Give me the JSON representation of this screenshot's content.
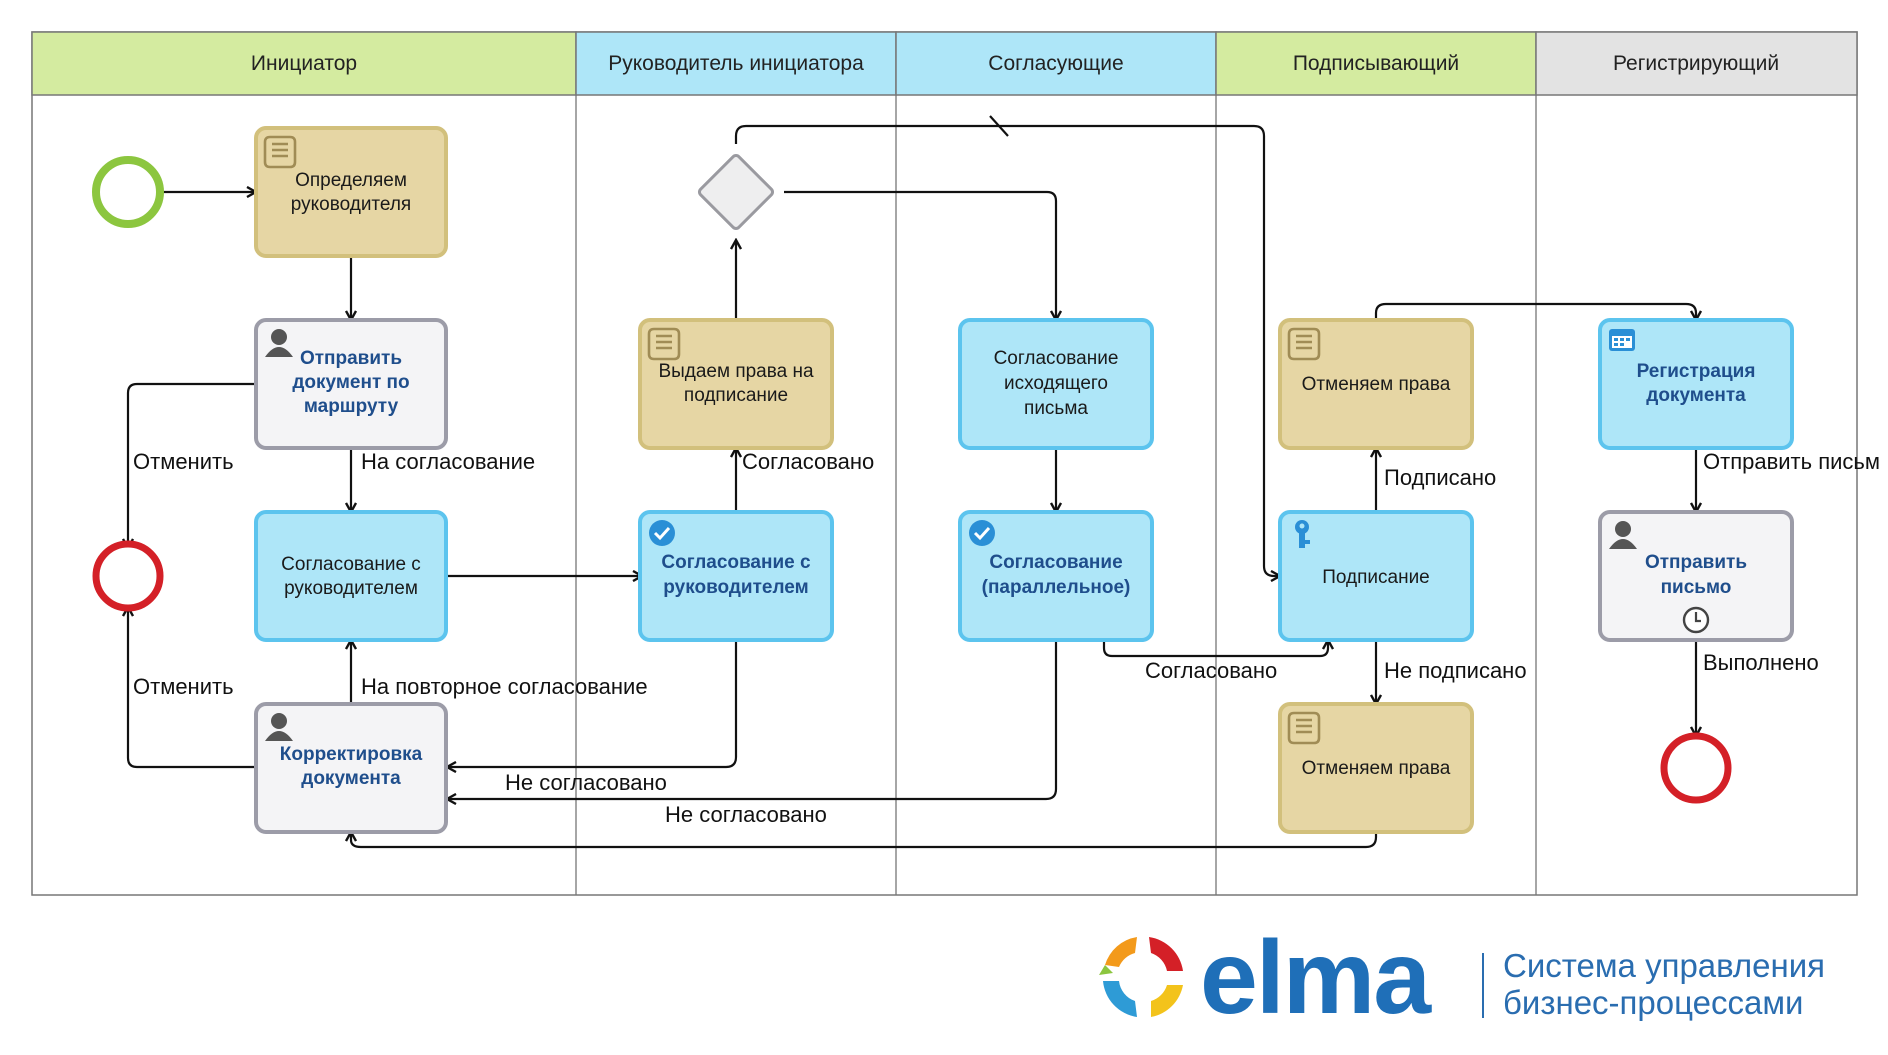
{
  "lanes": [
    {
      "title": "Инициатор",
      "color": "#d4eba0"
    },
    {
      "title": "Руководитель инициатора",
      "color": "#aee6f8"
    },
    {
      "title": "Согласующие",
      "color": "#aee6f8"
    },
    {
      "title": "Подписывающий",
      "color": "#d4eba0"
    },
    {
      "title": "Регистрирующий",
      "color": "#e3e3e3"
    }
  ],
  "tasks": {
    "define_manager": {
      "lines": [
        "Определяем",
        "руководителя"
      ],
      "kind": "script"
    },
    "send_route": {
      "lines": [
        "Отправить",
        "документ по",
        "маршруту"
      ],
      "kind": "user"
    },
    "approve_manager_1": {
      "lines": [
        "Согласование с",
        "руководителем"
      ],
      "kind": "plain"
    },
    "correction": {
      "lines": [
        "Корректировка",
        "документа"
      ],
      "kind": "user"
    },
    "grant_rights": {
      "lines": [
        "Выдаем права на",
        "подписание"
      ],
      "kind": "script"
    },
    "approve_manager_2": {
      "lines": [
        "Согласование с",
        "руководителем"
      ],
      "kind": "approve"
    },
    "approve_outgoing": {
      "lines": [
        "Согласование",
        "исходящего",
        "письма"
      ],
      "kind": "plain"
    },
    "approve_parallel": {
      "lines": [
        "Согласование",
        "(параллельное)"
      ],
      "kind": "approve"
    },
    "revoke_rights_1": {
      "lines": [
        "Отменяем права"
      ],
      "kind": "script"
    },
    "signing": {
      "lines": [
        "Подписание"
      ],
      "kind": "sign"
    },
    "revoke_rights_2": {
      "lines": [
        "Отменяем права"
      ],
      "kind": "script"
    },
    "registration": {
      "lines": [
        "Регистрация",
        "документа"
      ],
      "kind": "registration"
    },
    "send_letter": {
      "lines": [
        "Отправить",
        "письмо"
      ],
      "kind": "user"
    }
  },
  "labels": {
    "cancel_1": "Отменить",
    "to_approval": "На согласование",
    "cancel_2": "Отменить",
    "re_approval": "На повторное согласование",
    "approved_1": "Согласовано",
    "not_approved_1": "Не согласовано",
    "not_approved_2": "Не согласовано",
    "approved_2": "Согласовано",
    "signed": "Подписано",
    "not_signed": "Не подписано",
    "send_letter_flow": "Отправить письмо",
    "done": "Выполнено"
  },
  "logo": {
    "brand": "elma",
    "tagline_1": "Система управления",
    "tagline_2": "бизнес-процессами"
  },
  "colors": {
    "script_fill": "#e6d6a4",
    "script_stroke": "#d2c07c",
    "task_blue_fill": "#aee6f8",
    "task_blue_stroke": "#5cc4ee",
    "user_fill": "#f4f4f6",
    "user_stroke": "#9c9ca8",
    "start_event": "#8cc63f",
    "end_event": "#d42027",
    "bold_text": "#1f4e8c"
  }
}
